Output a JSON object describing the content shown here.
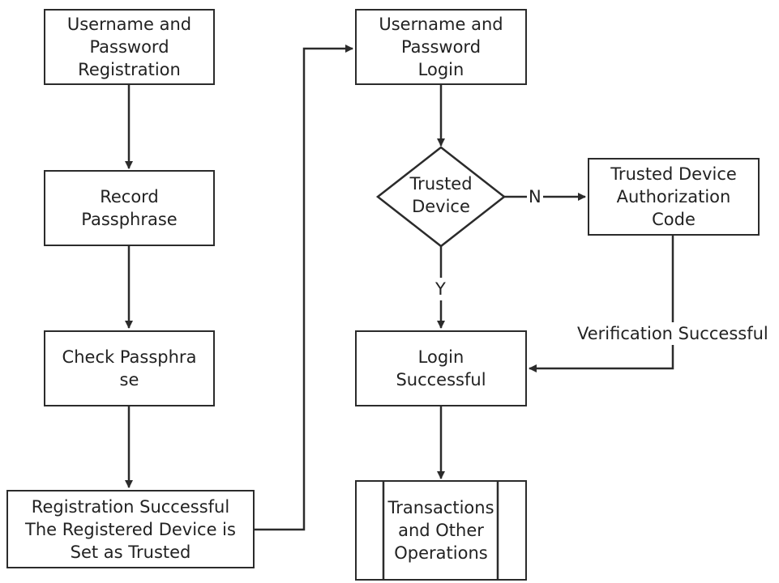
{
  "nodes": {
    "reg": {
      "text": "Username and\nPassword\nRegistration"
    },
    "record": {
      "text": "Record\nPassphrase"
    },
    "check": {
      "text": "Check Passphra\nse"
    },
    "regok": {
      "text": "Registration Successful\nThe Registered Device is\nSet as Trusted"
    },
    "login": {
      "text": "Username and\nPassword\nLogin"
    },
    "trusted": {
      "text": "Trusted\nDevice"
    },
    "auth": {
      "text": "Trusted Device\nAuthorization\nCode"
    },
    "loginok": {
      "text": "Login\nSuccessful"
    },
    "trans": {
      "text": "Transactions\nand Other\nOperations"
    }
  },
  "edges": {
    "no_label": "N",
    "yes_label": "Y",
    "verify_label": "Verification Successful"
  },
  "colors": {
    "stroke": "#2b2b2b",
    "text": "#222222",
    "background": "#ffffff"
  }
}
